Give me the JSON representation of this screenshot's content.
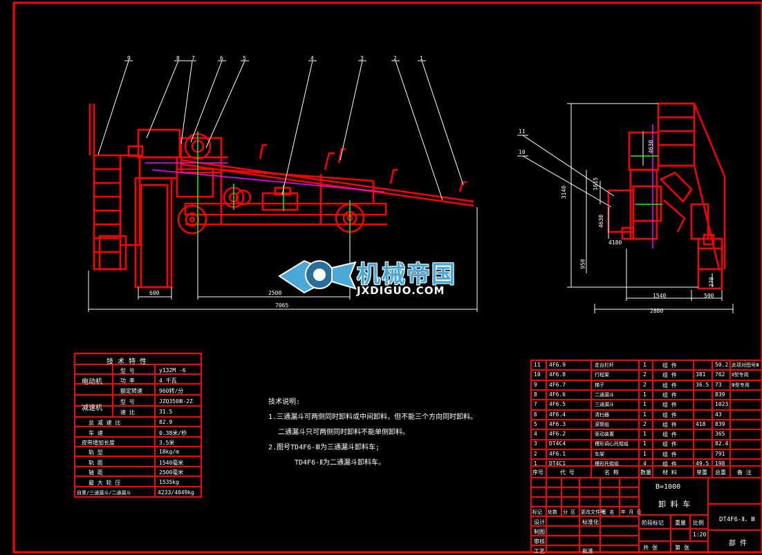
{
  "colors": {
    "frame": "#ff0000",
    "line": "#ffffff",
    "bg": "#000000",
    "magenta": "#ff00ff",
    "green": "#00ff00",
    "watermark": "#4aa8d8"
  },
  "watermark": {
    "cn": "机械帝国",
    "en": "JXDIGUO.COM"
  },
  "side_view": {
    "callouts": [
      "9",
      "8",
      "7",
      "6",
      "5",
      "4",
      "3",
      "2",
      "1"
    ],
    "dims": {
      "d600": "600",
      "d2500": "2500",
      "d7065": "7065"
    }
  },
  "end_view": {
    "callouts": [
      "11",
      "10"
    ],
    "dims": {
      "d3140": "3140",
      "d1615": "1615",
      "d4630a": "4630",
      "d4630b": "4630",
      "d4180": "4180",
      "d950": "950",
      "d1540": "1540",
      "d500": "500",
      "d270": "270",
      "d2880": "2880"
    }
  },
  "tech_table": {
    "title": "技 术 特 性",
    "motor_label": "电动机",
    "reducer_label": "减速机",
    "motor_rows": [
      {
        "k": "型  号",
        "v": "y132M -6"
      },
      {
        "k": "功  率",
        "v": "4 千瓦"
      },
      {
        "k": "额定转速",
        "v": "960转/分"
      }
    ],
    "reducer_rows": [
      {
        "k": "型  号",
        "v": "JZQ350Ⅲ-2Z"
      },
      {
        "k": "速  比",
        "v": "31.5"
      }
    ],
    "rows": [
      {
        "k": "总 减 速 比",
        "v": "82.9"
      },
      {
        "k": "车    速",
        "v": "0.38米/秒"
      },
      {
        "k": "皮带增加长度",
        "v": "3.5米"
      },
      {
        "k": "轨    型",
        "v": "18kg/m"
      },
      {
        "k": "轨    距",
        "v": "1540毫米"
      },
      {
        "k": "轴    距",
        "v": "2500毫米"
      },
      {
        "k": "最 大 轮 压",
        "v": "1535kg"
      },
      {
        "k": "自重/三通漏斗/二通漏斗",
        "v": "4233/4049kg"
      }
    ]
  },
  "notes": {
    "title": "技术说明:",
    "l1": "1.三通漏斗可两侧同时卸料或中间卸料，但不能三个方向同时卸料。",
    "l2": "二通漏斗只可两侧同时卸料不能单侧卸料。",
    "l3": "2.图号TD4F6-Ⅲ为三通漏斗卸料车;",
    "l4": "TD4F6-Ⅱ为二通漏斗卸料车。"
  },
  "parts": {
    "rows": [
      {
        "no": "11",
        "code": "4F6.9",
        "name": "走台栏杆",
        "qty": "1",
        "mat": "组 件",
        "w1": "",
        "w2": "50.2",
        "note": "此项对图号Ⅲ"
      },
      {
        "no": "10",
        "code": "4F6.8",
        "name": "行程架",
        "qty": "2",
        "mat": "组 件",
        "w1": "381",
        "w2": "762",
        "note": "Ⅱ型专用"
      },
      {
        "no": "9",
        "code": "4F6.7",
        "name": "梯子",
        "qty": "2",
        "mat": "组 件",
        "w1": "36.5",
        "w2": "73",
        "note": "Ⅲ型专用"
      },
      {
        "no": "8",
        "code": "4F6.6",
        "name": "二通漏斗",
        "qty": "1",
        "mat": "组 件",
        "w1": "",
        "w2": "839",
        "note": ""
      },
      {
        "no": "7",
        "code": "4F6.5",
        "name": "三通漏斗",
        "qty": "1",
        "mat": "组 件",
        "w1": "",
        "w2": "1023",
        "note": ""
      },
      {
        "no": "6",
        "code": "4F6.4",
        "name": "清扫器",
        "qty": "1",
        "mat": "组 件",
        "w1": "",
        "w2": "43",
        "note": ""
      },
      {
        "no": "5",
        "code": "4F6.3",
        "name": "滚筒组",
        "qty": "2",
        "mat": "组 件",
        "w1": "418",
        "w2": "839",
        "note": ""
      },
      {
        "no": "4",
        "code": "4F6.2",
        "name": "驱动装置",
        "qty": "1",
        "mat": "组 件",
        "w1": "",
        "w2": "365",
        "note": ""
      },
      {
        "no": "3",
        "code": "DT4C4",
        "name": "槽形调心托辊组",
        "qty": "1",
        "mat": "组 件",
        "w1": "",
        "w2": "82.4",
        "note": ""
      },
      {
        "no": "2",
        "code": "4F6.1",
        "name": "车架",
        "qty": "1",
        "mat": "组 件",
        "w1": "",
        "w2": "791",
        "note": ""
      },
      {
        "no": "1",
        "code": "DT4C1",
        "name": "槽形托辊组",
        "qty": "4",
        "mat": "组 件",
        "w1": "49.5",
        "w2": "198",
        "note": ""
      }
    ],
    "header": {
      "no": "序号",
      "code": "代  号",
      "name": "名  称",
      "qty": "数量",
      "mat": "材  料",
      "w1": "单重",
      "w2": "总重",
      "note": "备  注"
    }
  },
  "title_block": {
    "spec": "B=1000",
    "title": "卸 料 车",
    "drawing_no": "DT4F6-Ⅱ、Ⅲ",
    "unit": "部 件",
    "rev_labels": [
      "标记",
      "处数",
      "分 区",
      "更改文件号",
      "签 名",
      "年 月 日"
    ],
    "roles": [
      "设计",
      "制图",
      "审核",
      "工艺"
    ],
    "mid_labels": [
      "标准化",
      "批准"
    ],
    "stage_label": "阶段标记",
    "weight_label": "重量",
    "scale_label": "比例",
    "scale_value": "1:20",
    "count_label": "共  张",
    "sheet_label": "第  张"
  }
}
